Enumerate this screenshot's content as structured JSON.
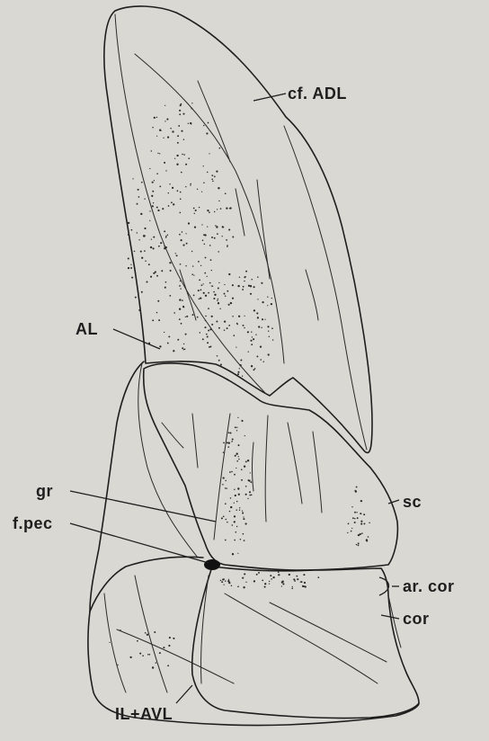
{
  "labels": {
    "cf_adl": "cf. ADL",
    "al": "AL",
    "gr": "gr",
    "f_pec": "f.pec",
    "sc": "sc",
    "ar_cor": "ar. cor",
    "cor": "cor",
    "il_avl": "IL+AVL"
  }
}
